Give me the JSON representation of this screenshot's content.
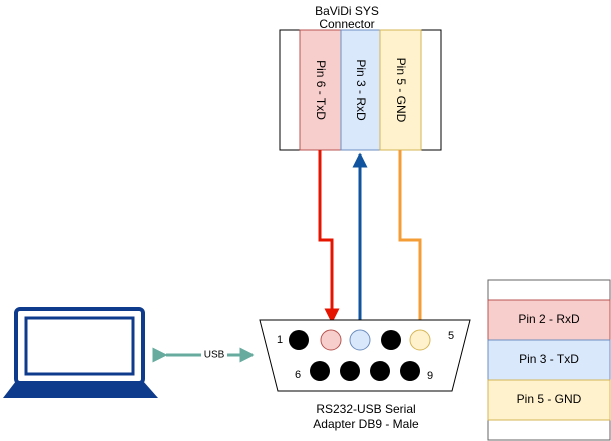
{
  "connector": {
    "title_line1": "BaViDi SYS",
    "title_line2": "Connector",
    "pins": [
      {
        "label": "Pin 6 - TxD",
        "fill": "#f8cecc",
        "stroke": "#b85450"
      },
      {
        "label": "Pin 3 - RxD",
        "fill": "#dae8fc",
        "stroke": "#6c8ebf"
      },
      {
        "label": "Pin 5 - GND",
        "fill": "#fff2cc",
        "stroke": "#d6b656"
      }
    ]
  },
  "adapter": {
    "label_line1": "RS232-USB Serial",
    "label_line2": "Adapter DB9 - Male",
    "pin_numbers": [
      "1",
      "5",
      "6",
      "9"
    ]
  },
  "link": {
    "label": "USB",
    "color": "#67ab9f"
  },
  "wires": {
    "txd_color": "#e51400",
    "rxd_color": "#10539e",
    "gnd_color": "#f49d37"
  },
  "laptop": {
    "icon": "laptop-icon",
    "color": "#0f3b8c"
  },
  "legend": {
    "items": [
      {
        "label": "Pin 2 - RxD",
        "fill": "#f8cecc",
        "stroke": "#b85450"
      },
      {
        "label": "Pin 3 - TxD",
        "fill": "#dae8fc",
        "stroke": "#6c8ebf"
      },
      {
        "label": "Pin 5 - GND",
        "fill": "#fff2cc",
        "stroke": "#d6b656"
      }
    ]
  }
}
